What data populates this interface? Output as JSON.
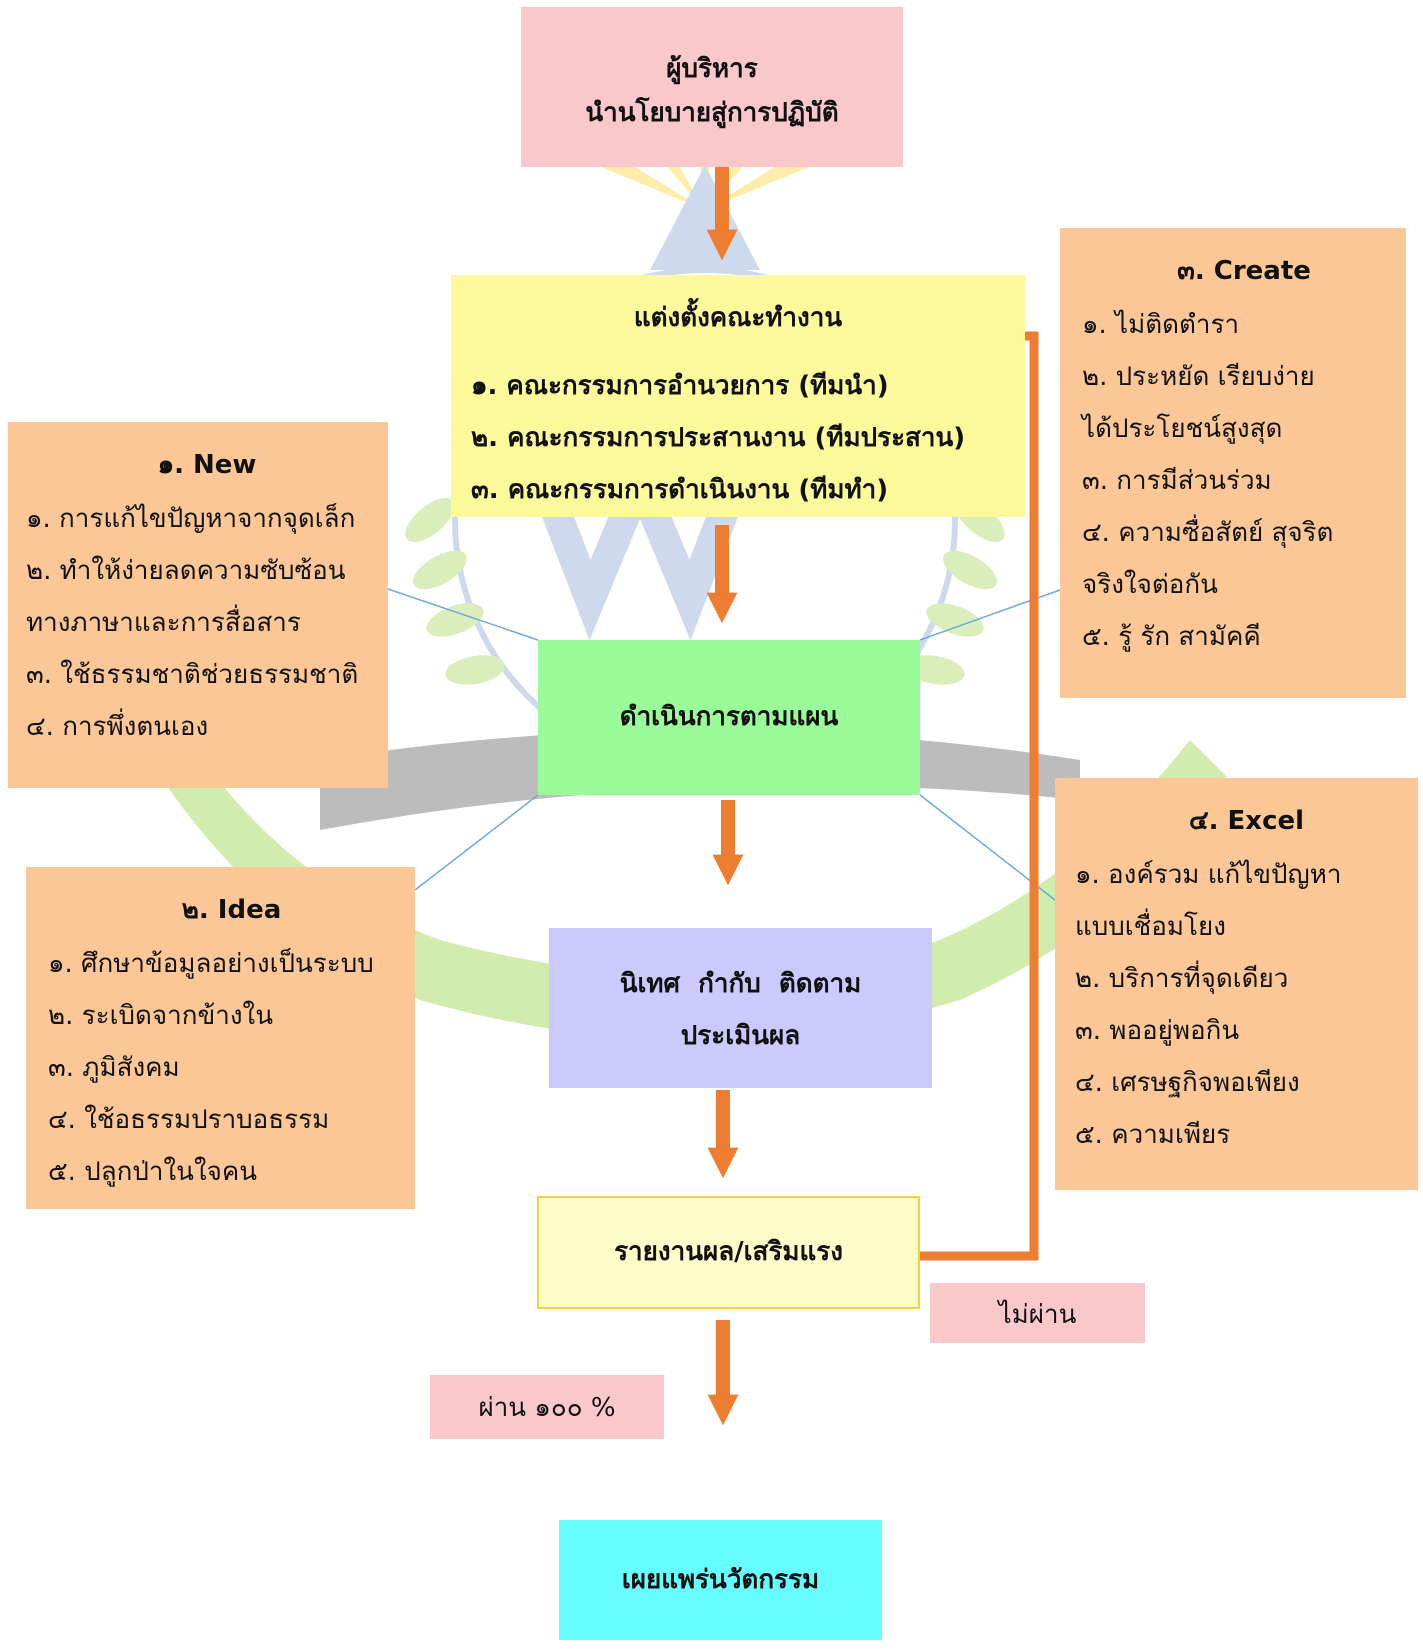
{
  "colors": {
    "arrow": "#ed7d31",
    "connector": "#6fa8dc",
    "side_box": "#fbc796",
    "top_box": "#f9c8cb",
    "committee_box": "#fbf99a",
    "operate_box": "#99fc99",
    "monitor_box": "#cccafc",
    "report_box": "#fefbc9",
    "report_border": "#f3d23c",
    "final_box": "#66fdfe",
    "watermark_green": "#cdeaa5",
    "watermark_blue": "#c9d5ec",
    "watermark_dark": "#9a9a9a",
    "watermark_yellow": "#fdeba0"
  },
  "background": {
    "description_icon": "school-emblem-watermark"
  },
  "executive": {
    "line1": "ผู้บริหาร",
    "line2": "นำนโยบายสู่การปฏิบัติ"
  },
  "committee": {
    "title": "แต่งตั้งคณะทำงาน",
    "items": [
      "๑. คณะกรรมการอำนวยการ (ทีมนำ)",
      "๒. คณะกรรมการประสานงาน (ทีมประสาน)",
      "๓. คณะกรรมการดำเนินงาน (ทีมทำ)"
    ]
  },
  "operate": {
    "label": "ดำเนินการตามแผน"
  },
  "monitor": {
    "line1": "นิเทศ  กำกับ  ติดตาม",
    "line2": "ประเมินผล"
  },
  "report": {
    "label": "รายงานผล/เสริมแรง"
  },
  "fail_label": "ไม่ผ่าน",
  "pass_label": "ผ่าน ๑๐๐ %",
  "final": {
    "label": "เผยแพร่นวัตกรรม"
  },
  "new_box": {
    "title": "๑. New",
    "items": [
      "๑. การแก้ไขปัญหาจากจุดเล็ก",
      "๒. ทำให้ง่ายลดความซับซ้อน",
      "ทางภาษาและการสื่อสาร",
      "๓. ใช้ธรรมชาติช่วยธรรมชาติ",
      "๔. การพึ่งตนเอง"
    ]
  },
  "idea_box": {
    "title": "๒. Idea",
    "items": [
      "๑. ศึกษาข้อมูลอย่างเป็นระบบ",
      "๒. ระเบิดจากข้างใน",
      "๓. ภูมิสังคม",
      "๔. ใช้อธรรมปราบอธรรม",
      "๕. ปลูกป่าในใจคน"
    ]
  },
  "create_box": {
    "title": "๓. Create",
    "items": [
      "๑. ไม่ติดตำรา",
      "๒. ประหยัด เรียบง่าย",
      "ได้ประโยชน์สูงสุด",
      "๓. การมีส่วนร่วม",
      "๔. ความซื่อสัตย์ สุจริต",
      "จริงใจต่อกัน",
      "๕. รู้ รัก สามัคคี"
    ]
  },
  "excel_box": {
    "title": "๔. Excel",
    "items": [
      "๑. องค์รวม แก้ไขปัญหา",
      "แบบเชื่อมโยง",
      "๒. บริการที่จุดเดียว",
      "๓. พออยู่พอกิน",
      "๔. เศรษฐกิจพอเพียง",
      "๕. ความเพียร"
    ]
  }
}
